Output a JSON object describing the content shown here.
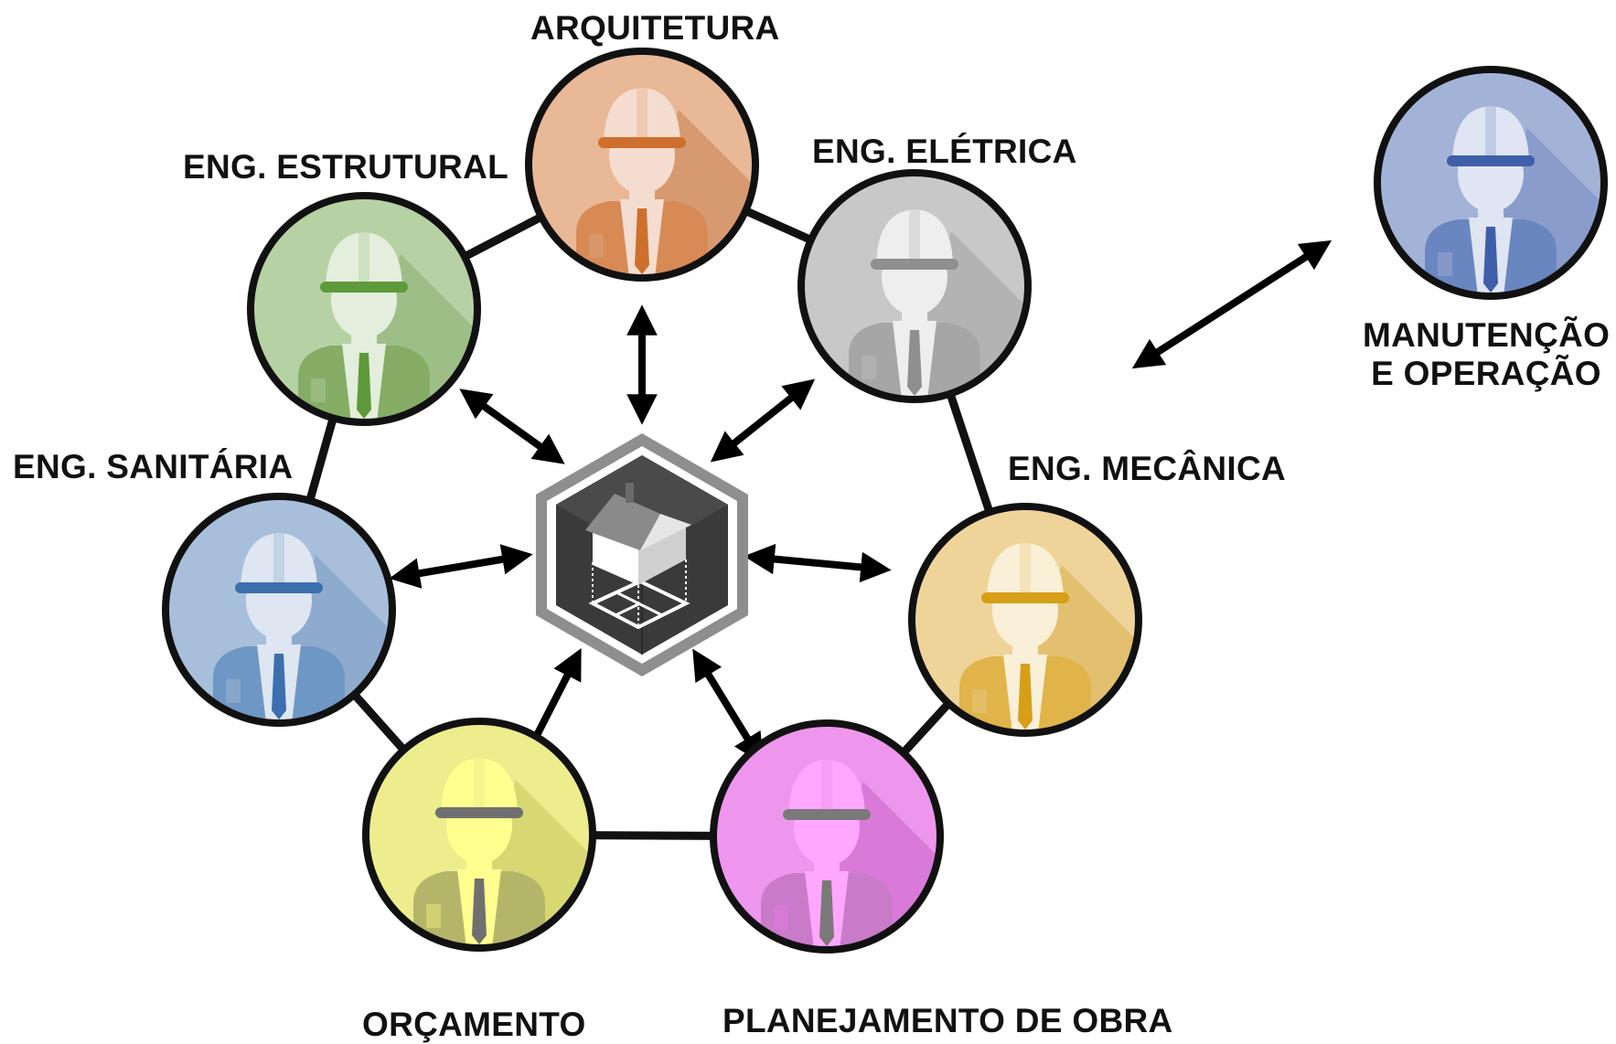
{
  "diagram": {
    "center": {
      "name": "bim-model",
      "icon": "house-model-icon"
    },
    "disciplines": [
      {
        "id": "arquitetura",
        "label": "ARQUITETURA",
        "icon": "engineer-avatar-icon",
        "colors": {
          "bg": "#e8b897",
          "shadow": "#d79a70",
          "accent": "#cf6f2e",
          "skin": "#f4ddd0",
          "suit": "#d88a55"
        }
      },
      {
        "id": "eletrica",
        "label": "ENG. ELÉTRICA",
        "icon": "engineer-avatar-icon",
        "colors": {
          "bg": "#c8c8c8",
          "shadow": "#b3b3b3",
          "accent": "#8f8f8f",
          "skin": "#eeeeee",
          "suit": "#a6a6a6"
        }
      },
      {
        "id": "mecanica",
        "label": "ENG. MECÂNICA",
        "icon": "engineer-avatar-icon",
        "colors": {
          "bg": "#efd49a",
          "shadow": "#e3c06f",
          "accent": "#d69f17",
          "skin": "#faf0d8",
          "suit": "#e0b449"
        }
      },
      {
        "id": "planejamento",
        "label": "PLANEJAMENTO DE OBRA",
        "icon": "engineer-avatar-icon",
        "colors": {
          "bg": "#ee96ee",
          "shadow": "#d97ad9",
          "accent": "#7a7a7a",
          "skin": "#ffa6ff",
          "suit": "#c97ac9"
        }
      },
      {
        "id": "orcamento",
        "label": "ORÇAMENTO",
        "icon": "engineer-avatar-icon",
        "colors": {
          "bg": "#eded8e",
          "shadow": "#d8d873",
          "accent": "#707070",
          "skin": "#ffff90",
          "suit": "#b5b56a"
        }
      },
      {
        "id": "sanitaria",
        "label": "ENG. SANITÁRIA",
        "icon": "engineer-avatar-icon",
        "colors": {
          "bg": "#a7bfdb",
          "shadow": "#8eaacd",
          "accent": "#3d6fae",
          "skin": "#dde6f1",
          "suit": "#6f97c5"
        }
      },
      {
        "id": "estrutural",
        "label": "ENG. ESTRUTURAL",
        "icon": "engineer-avatar-icon",
        "colors": {
          "bg": "#b6d1a4",
          "shadow": "#9ebe88",
          "accent": "#5f9a3a",
          "skin": "#e4eedc",
          "suit": "#85ad66"
        }
      }
    ],
    "external": {
      "id": "manutencao",
      "label_line1": "MANUTENÇÃO",
      "label_line2": "E OPERAÇÃO",
      "icon": "engineer-avatar-icon",
      "colors": {
        "bg": "#a3b3d8",
        "shadow": "#8a9ccb",
        "accent": "#3f5fa8",
        "skin": "#dfe5f2",
        "suit": "#6a86c0"
      }
    },
    "colors": {
      "ring": "#111111",
      "arrow": "#000000",
      "text": "#111111"
    }
  }
}
